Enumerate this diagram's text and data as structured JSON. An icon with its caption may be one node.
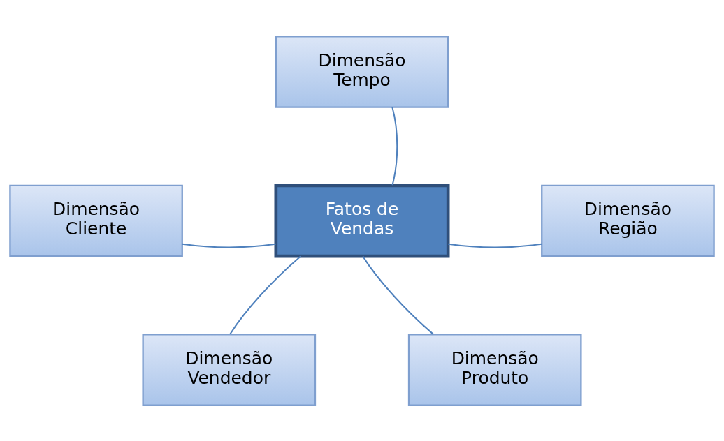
{
  "diagram": {
    "nodes": [
      {
        "text": [
          "Dimensão Tempo"
        ]
      },
      {
        "text": [
          "Dimensão Cliente"
        ]
      },
      {
        "text": [
          "Fatos de Vendas"
        ]
      },
      {
        "text": [
          "Dimensão Região"
        ]
      },
      {
        "text": [
          "Dimensão Vendedor"
        ]
      },
      {
        "text": [
          "Dimensão Produto"
        ]
      }
    ],
    "edges": [
      {
        "from": 2,
        "to": 0,
        "arrow": "none"
      },
      {
        "from": 2,
        "to": 1,
        "arrow": "none"
      },
      {
        "from": 2,
        "to": 3,
        "arrow": "none"
      },
      {
        "from": 2,
        "to": 4,
        "arrow": "none"
      },
      {
        "from": 2,
        "to": 5,
        "arrow": "none"
      }
    ]
  }
}
